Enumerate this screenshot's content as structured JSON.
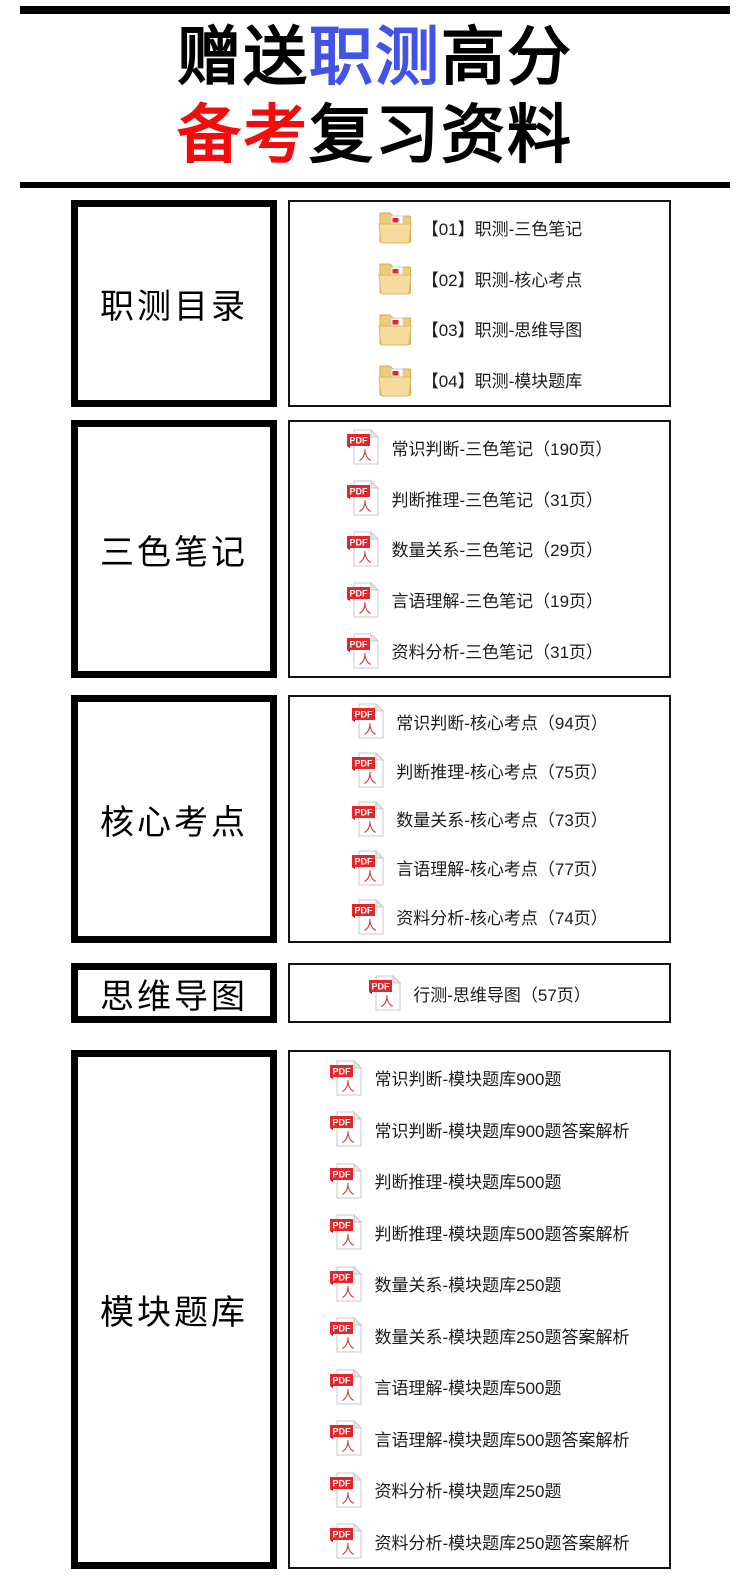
{
  "header": {
    "title_line1": [
      {
        "text": "赠送",
        "color": "#000000"
      },
      {
        "text": "职测",
        "color": "#4353e6"
      },
      {
        "text": "高分",
        "color": "#000000"
      }
    ],
    "title_line2": [
      {
        "text": "备考",
        "color": "#f00d0d"
      },
      {
        "text": "复习资料",
        "color": "#000000"
      }
    ]
  },
  "colors": {
    "accent_blue": "#4353e6",
    "accent_red": "#f00d0d",
    "pdf_icon_red": "#e5252a",
    "folder_icon_yellow": "#f3d488",
    "border_black": "#000000"
  },
  "sections": [
    {
      "id": "zhice-catalog",
      "label": "职测目录",
      "icon": "pdf-folder-icon",
      "items": [
        "【01】职测-三色笔记",
        "【02】职测-核心考点",
        "【03】职测-思维导图",
        "【04】职测-模块题库"
      ]
    },
    {
      "id": "three-color-notes",
      "label": "三色笔记",
      "icon": "pdf-file-icon",
      "items": [
        "常识判断-三色笔记（190页）",
        "判断推理-三色笔记（31页）",
        "数量关系-三色笔记（29页）",
        "言语理解-三色笔记（19页）",
        "资料分析-三色笔记（31页）"
      ]
    },
    {
      "id": "core-points",
      "label": "核心考点",
      "icon": "pdf-file-icon",
      "items": [
        "常识判断-核心考点（94页）",
        "判断推理-核心考点（75页）",
        "数量关系-核心考点（73页）",
        "言语理解-核心考点（77页）",
        "资料分析-核心考点（74页）"
      ]
    },
    {
      "id": "mind-map",
      "label": "思维导图",
      "icon": "pdf-file-icon",
      "items": [
        "行测-思维导图（57页）"
      ]
    },
    {
      "id": "module-question-bank",
      "label": "模块题库",
      "icon": "pdf-file-icon",
      "items": [
        "常识判断-模块题库900题",
        "常识判断-模块题库900题答案解析",
        "判断推理-模块题库500题",
        "判断推理-模块题库500题答案解析",
        "数量关系-模块题库250题",
        "数量关系-模块题库250题答案解析",
        "言语理解-模块题库500题",
        "言语理解-模块题库500题答案解析",
        "资料分析-模块题库250题",
        "资料分析-模块题库250题答案解析"
      ]
    }
  ]
}
